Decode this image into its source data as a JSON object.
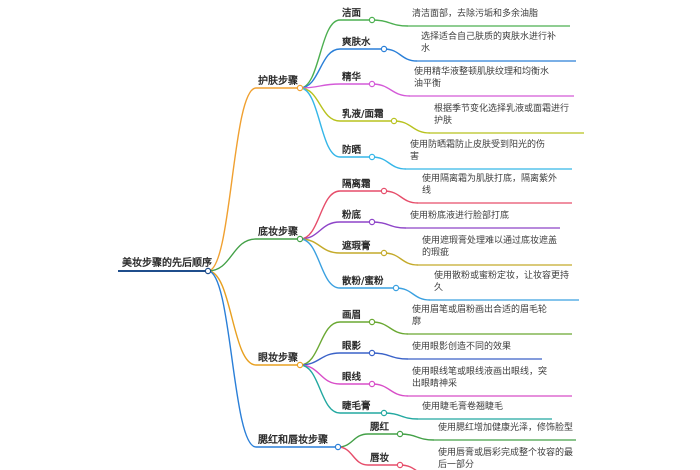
{
  "root": {
    "label": "美妆步骤的先后顺序",
    "color": "#1f4e8c"
  },
  "branches": [
    {
      "label": "护肤步骤",
      "color": "#f0a030",
      "items": [
        {
          "label": "洁面",
          "color": "#4caf50",
          "desc": [
            "清洁面部，去除污垢和多余油脂"
          ]
        },
        {
          "label": "爽肤水",
          "color": "#2a7fd8",
          "desc": [
            "选择适合自己肤质的爽肤水进行补",
            "水"
          ]
        },
        {
          "label": "精华",
          "color": "#d45ad8",
          "desc": [
            "使用精华液整顿肌肤纹理和均衡水",
            "油平衡"
          ]
        },
        {
          "label": "乳液/面霜",
          "color": "#b8c21e",
          "desc": [
            "根据季节变化选择乳液或面霜进行",
            "护肤"
          ]
        },
        {
          "label": "防晒",
          "color": "#35b6e8",
          "desc": [
            "使用防晒霜防止皮肤受到阳光的伤",
            "害"
          ]
        }
      ]
    },
    {
      "label": "底妆步骤",
      "color": "#43a047",
      "items": [
        {
          "label": "隔离霜",
          "color": "#e64d6a",
          "desc": [
            "使用隔离霜为肌肤打底，隔离紫外",
            "线"
          ]
        },
        {
          "label": "粉底",
          "color": "#8e44c8",
          "desc": [
            "使用粉底液进行脸部打底"
          ]
        },
        {
          "label": "遮瑕膏",
          "color": "#c4aa2a",
          "desc": [
            "使用遮瑕膏处理难以通过底妆遮盖",
            "的瑕疵"
          ]
        },
        {
          "label": "散粉/蜜粉",
          "color": "#3aa0e0",
          "desc": [
            "使用散粉或蜜粉定妆，让妆容更持",
            "久"
          ]
        }
      ]
    },
    {
      "label": "眼妆步骤",
      "color": "#e8a020",
      "items": [
        {
          "label": "画眉",
          "color": "#6aa832",
          "desc": [
            "使用眉笔或眉粉画出合适的眉毛轮",
            "廓"
          ]
        },
        {
          "label": "眼影",
          "color": "#3a62c8",
          "desc": [
            "使用眼影创造不同的效果"
          ]
        },
        {
          "label": "眼线",
          "color": "#d84ec8",
          "desc": [
            "使用眼线笔或眼线液画出眼线，突",
            "出眼睛神采"
          ]
        },
        {
          "label": "睫毛膏",
          "color": "#22a8a0",
          "desc": [
            "使用睫毛膏卷翘睫毛"
          ]
        }
      ]
    },
    {
      "label": "腮红和唇妆步骤",
      "color": "#2a7fd8",
      "items": [
        {
          "label": "腮红",
          "color": "#43a047",
          "desc": [
            "使用腮红增加健康光泽，修饰脸型"
          ]
        },
        {
          "label": "唇妆",
          "color": "#e64d6a",
          "desc": [
            "使用唇膏或唇彩完成整个妆容的最",
            "后一部分"
          ]
        }
      ]
    }
  ]
}
